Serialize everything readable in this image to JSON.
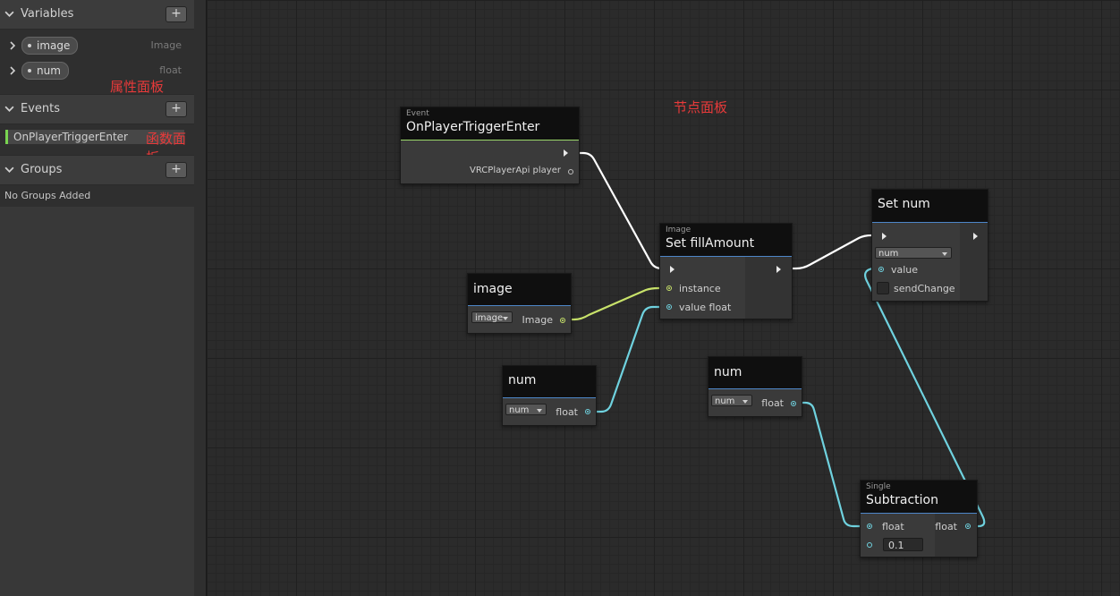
{
  "sidebar": {
    "variables": {
      "title": "Variables",
      "add_label": "+",
      "annotation": "属性面板",
      "items": [
        {
          "name": "image",
          "type": "Image"
        },
        {
          "name": "num",
          "type": "float"
        }
      ]
    },
    "events": {
      "title": "Events",
      "add_label": "+",
      "annotation": "函数面板",
      "items": [
        {
          "name": "OnPlayerTriggerEnter"
        }
      ]
    },
    "groups": {
      "title": "Groups",
      "add_label": "+",
      "empty_text": "No Groups Added"
    }
  },
  "canvas": {
    "annotation": "节点面板",
    "nodes": {
      "event": {
        "subtitle": "Event",
        "title": "OnPlayerTriggerEnter",
        "port_out": "VRCPlayerApi player"
      },
      "set_fill": {
        "subtitle": "Image",
        "title": "Set fillAmount",
        "port_instance": "instance",
        "port_value": "value float"
      },
      "image_var": {
        "title": "image",
        "dropdown": "image",
        "port_out": "Image"
      },
      "num_var1": {
        "title": "num",
        "dropdown": "num",
        "port_out": "float"
      },
      "num_var2": {
        "title": "num",
        "dropdown": "num",
        "port_out": "float"
      },
      "set_num": {
        "title": "Set num",
        "dropdown": "num",
        "port_value": "value",
        "port_send": "sendChange"
      },
      "subtraction": {
        "subtitle": "Single",
        "title": "Subtraction",
        "port_in": "float",
        "port_out": "float",
        "operand": "0.1"
      }
    }
  },
  "colors": {
    "flow_wire": "#ffffff",
    "float_wire": "#6fd2df",
    "image_wire": "#c8e26a",
    "event_accent": "#79d450",
    "annotation": "#e83a3a"
  }
}
